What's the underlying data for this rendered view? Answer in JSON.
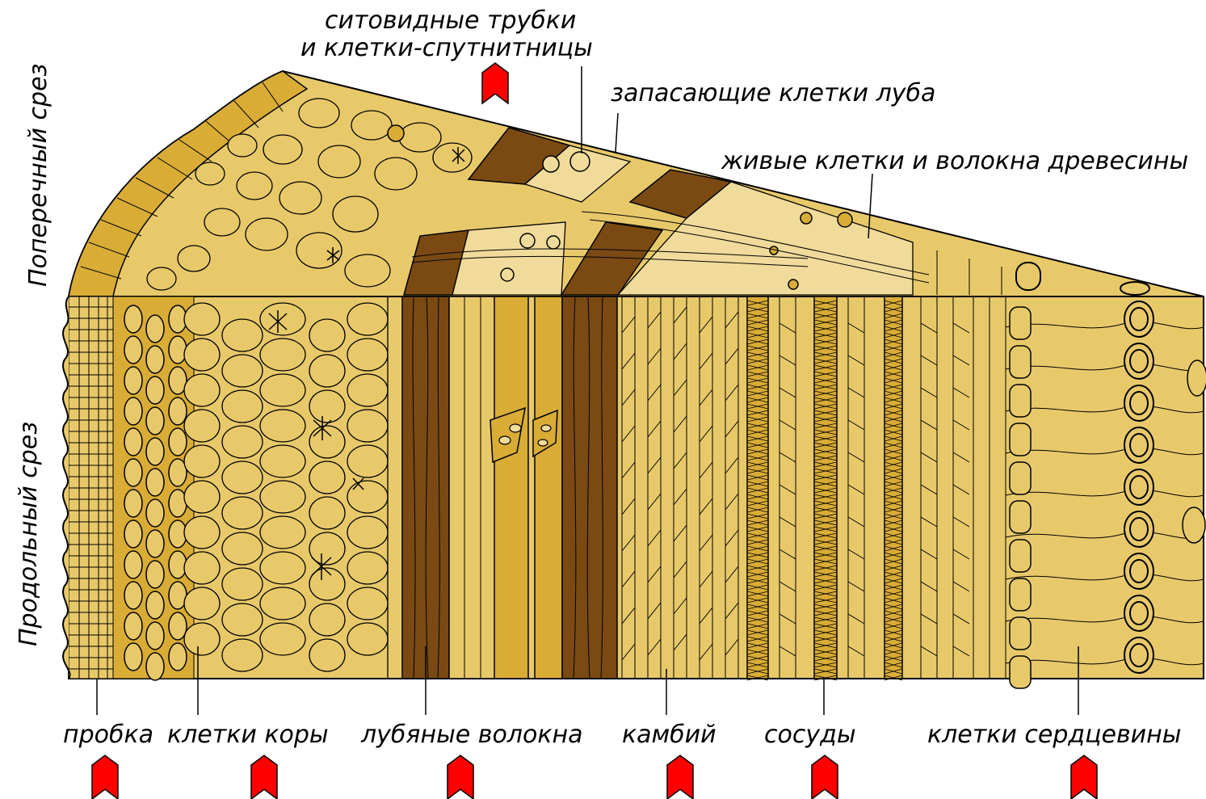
{
  "diagram": {
    "side_labels": {
      "cross_section": "Поперечный срез",
      "longitudinal_section": "Продольный срез"
    },
    "top_labels": {
      "sieve_tubes_line1": "ситовидные трубки",
      "sieve_tubes_line2": "и клетки-спутнитницы",
      "storage_cells": "запасающие клетки луба",
      "living_cells": "живые клетки и волокна древесины"
    },
    "bottom_labels": {
      "cork": "пробка",
      "cortex": "клетки коры",
      "bast_fibers": "лубяные волокна",
      "cambium": "камбий",
      "vessels": "сосуды",
      "pith": "клетки сердцевины"
    },
    "colors": {
      "tissue_light": "#E8C96A",
      "tissue_gold": "#D9AC35",
      "tissue_pale": "#F0DB9A",
      "bast_brown": "#7A4A12",
      "outline": "#000000",
      "marker_red": "#FF0000"
    },
    "icons": [
      "chevron-marker-icon"
    ]
  }
}
